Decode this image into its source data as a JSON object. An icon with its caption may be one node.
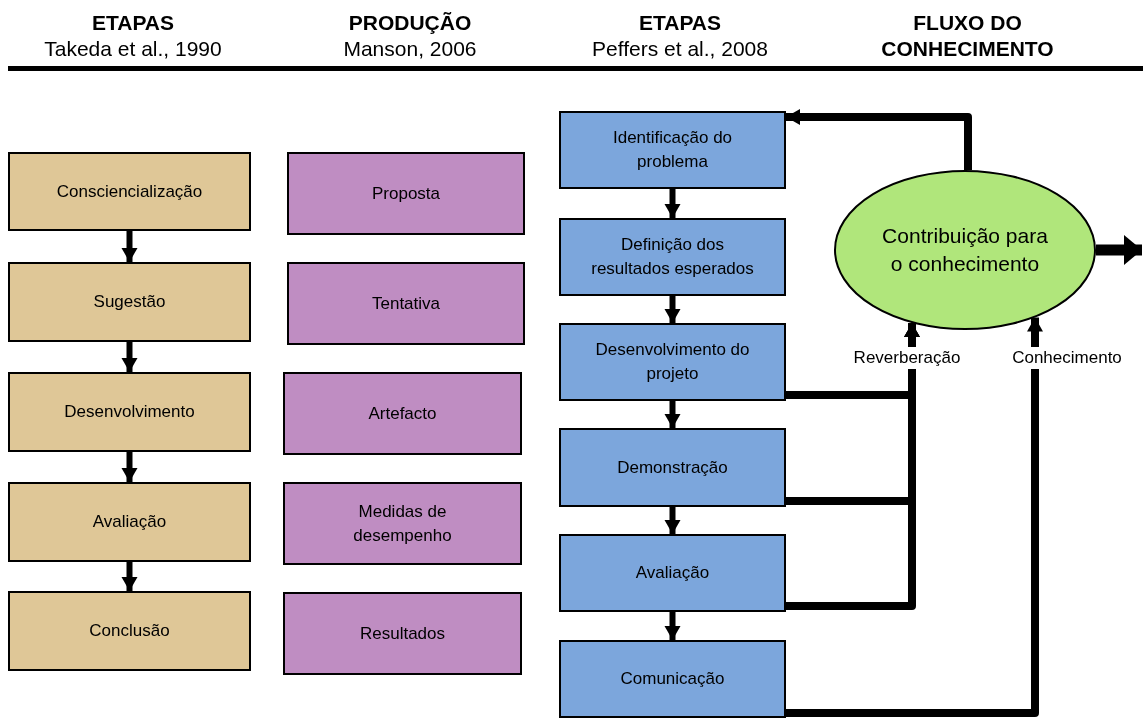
{
  "diagram": {
    "nodes": [
      {
        "text": [
          "Consciencialização"
        ]
      },
      {
        "text": [
          "Sugestão"
        ]
      },
      {
        "text": [
          "Desenvolvimento"
        ]
      },
      {
        "text": [
          "Avaliação"
        ]
      },
      {
        "text": [
          "Conclusão"
        ]
      },
      {
        "text": [
          "Proposta"
        ]
      },
      {
        "text": [
          "Tentativa"
        ]
      },
      {
        "text": [
          "Artefacto"
        ]
      },
      {
        "text": [
          "Medidas de desempenho"
        ]
      },
      {
        "text": [
          "Resultados"
        ]
      },
      {
        "text": [
          "Identificação do problema"
        ]
      },
      {
        "text": [
          "Definição dos resultados esperados"
        ]
      },
      {
        "text": [
          "Desenvolvimento do projeto"
        ]
      },
      {
        "text": [
          "Demonstração"
        ]
      },
      {
        "text": [
          "Avaliação"
        ]
      },
      {
        "text": [
          "Comunicação"
        ]
      },
      {
        "text": [
          "Contribuição para o conhecimento"
        ]
      }
    ],
    "edges": [
      {
        "from": 0,
        "to": 1,
        "arrow": "to"
      },
      {
        "from": 1,
        "to": 2,
        "arrow": "to"
      },
      {
        "from": 2,
        "to": 3,
        "arrow": "to"
      },
      {
        "from": 3,
        "to": 4,
        "arrow": "to"
      },
      {
        "from": 10,
        "to": 11,
        "arrow": "to"
      },
      {
        "from": 11,
        "to": 12,
        "arrow": "to"
      },
      {
        "from": 12,
        "to": 13,
        "arrow": "to"
      },
      {
        "from": 13,
        "to": 14,
        "arrow": "to"
      },
      {
        "from": 14,
        "to": 15,
        "arrow": "to"
      },
      {
        "from": 16,
        "to": 10,
        "arrow": "to"
      },
      {
        "from": 16,
        "to": null,
        "arrow": "to",
        "style": "thick"
      },
      {
        "from": 12,
        "to": 16,
        "arrow": "to",
        "label": "Reverberação"
      },
      {
        "from": 13,
        "to": 16,
        "arrow": "to"
      },
      {
        "from": 14,
        "to": 16,
        "arrow": "to"
      },
      {
        "from": 15,
        "to": 16,
        "arrow": "to",
        "label": "Conhecimento"
      }
    ],
    "labels": [
      "ETAPAS",
      "Takeda et al., 1990",
      "PRODUÇÃO",
      "Manson, 2006",
      "ETAPAS",
      "Peffers et al., 2008",
      "FLUXO DO CONHECIMENTO"
    ]
  }
}
